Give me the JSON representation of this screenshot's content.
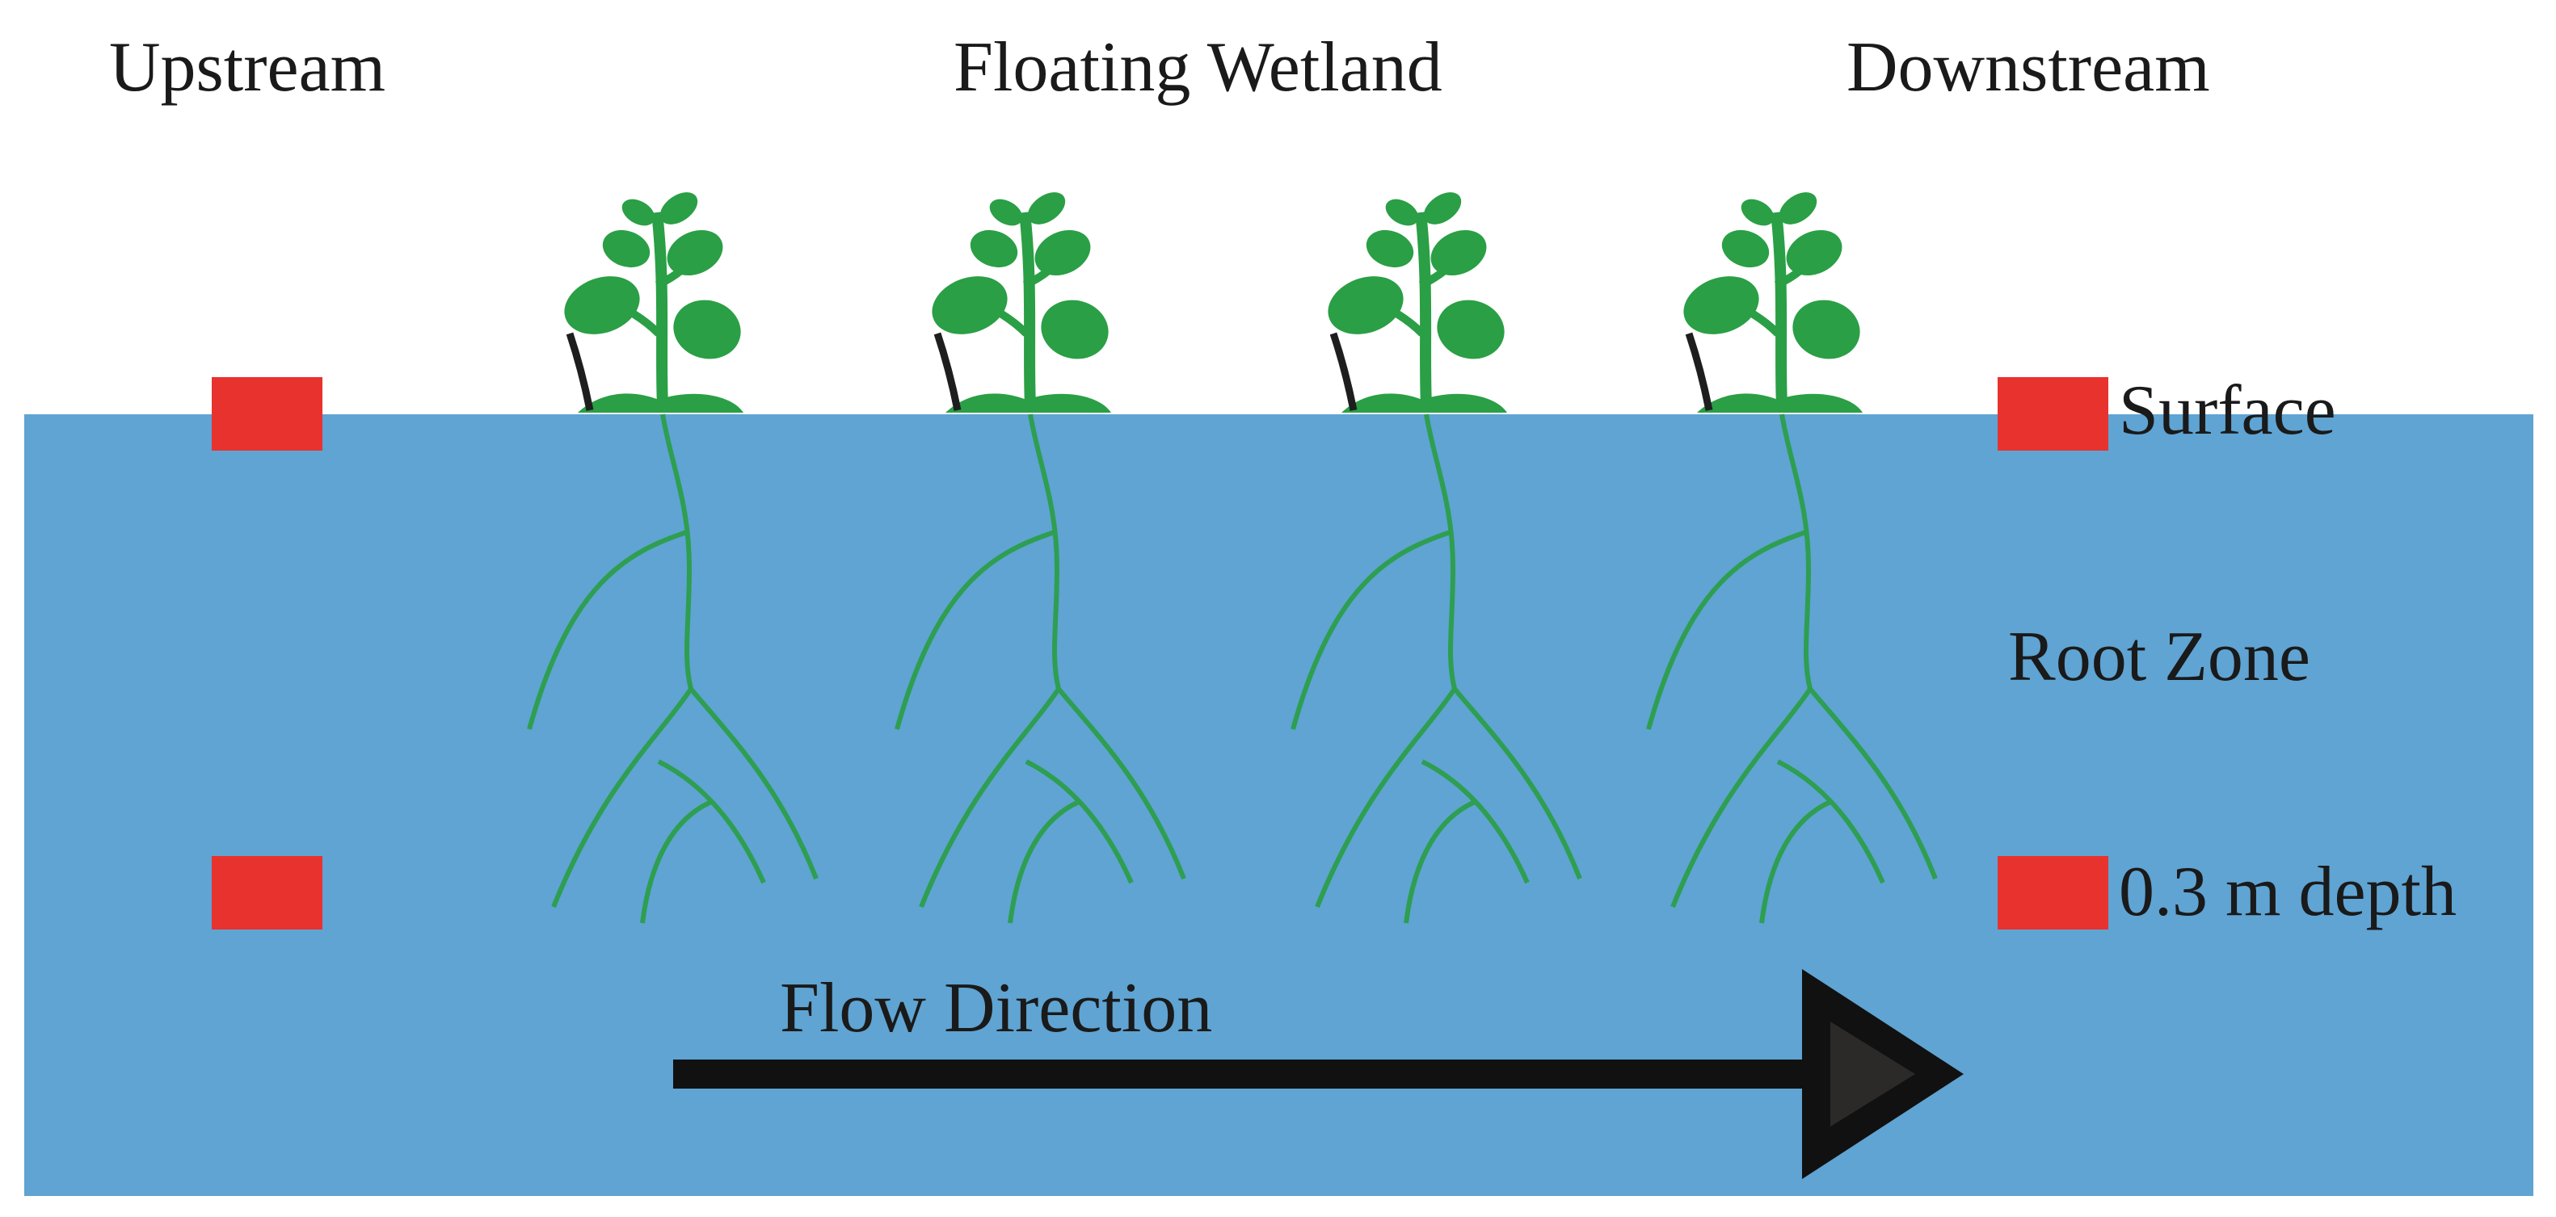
{
  "labels": {
    "upstream": "Upstream",
    "floating_wetland": "Floating Wetland",
    "downstream": "Downstream",
    "surface": "Surface",
    "root_zone": "Root Zone",
    "depth": "0.3 m depth",
    "flow_direction": "Flow Direction"
  },
  "colors": {
    "water": "#5fa4d3",
    "sampler": "#e8322e",
    "plant": "#2a9f45",
    "root": "#2e9e50",
    "arrow": "#111111",
    "arrow_inner": "#2c2a28"
  },
  "plant_count": 4,
  "sampling_points": [
    "upstream-surface",
    "upstream-depth",
    "downstream-surface",
    "downstream-depth"
  ]
}
